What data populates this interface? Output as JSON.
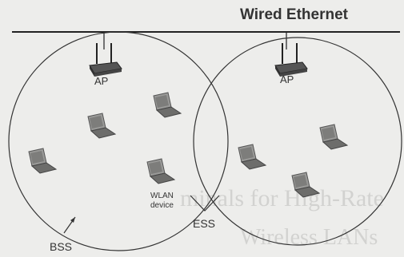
{
  "diagram": {
    "network_label": "Wired Ethernet",
    "access_points": [
      {
        "label": "AP"
      },
      {
        "label": "AP"
      }
    ],
    "device_label_line1": "WLAN",
    "device_label_line2": "device",
    "ess_label": "ESS",
    "bss_label": "BSS"
  },
  "background_text": {
    "line1": "minals for High-Rate",
    "line2": "Wireless LANs"
  },
  "colors": {
    "background": "#ededeb",
    "line": "#222222",
    "laptop_body": "#6d6d6b",
    "laptop_screen": "#9a9a98"
  }
}
